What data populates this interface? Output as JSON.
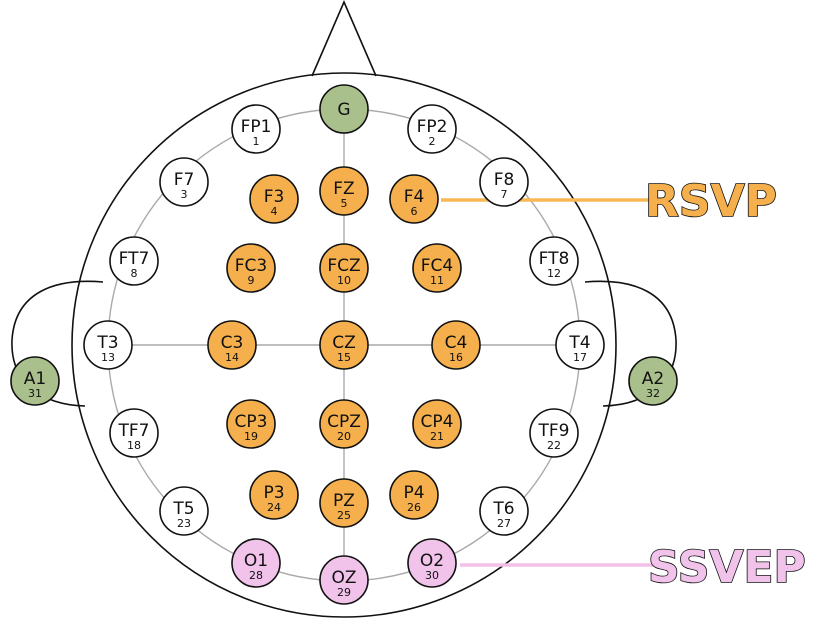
{
  "colors": {
    "outline": "#111111",
    "grid": "#aaaaaa",
    "neutral": "#ffffff",
    "reference": "#a9c08c",
    "rsvp": "#f5b04d",
    "ssvep": "#f1c3ea",
    "rsvp_line": "#f6b955",
    "ssvep_line": "#f3c0ea"
  },
  "groups": {
    "rsvp": "RSVP",
    "ssvep": "SSVEP"
  },
  "electrodes": [
    {
      "id": "G",
      "label": "G",
      "number": "",
      "group": "reference"
    },
    {
      "id": "FP1",
      "label": "FP1",
      "number": "1",
      "group": "neutral"
    },
    {
      "id": "FP2",
      "label": "FP2",
      "number": "2",
      "group": "neutral"
    },
    {
      "id": "F7",
      "label": "F7",
      "number": "3",
      "group": "neutral"
    },
    {
      "id": "F3",
      "label": "F3",
      "number": "4",
      "group": "rsvp"
    },
    {
      "id": "FZ",
      "label": "FZ",
      "number": "5",
      "group": "rsvp"
    },
    {
      "id": "F4",
      "label": "F4",
      "number": "6",
      "group": "rsvp"
    },
    {
      "id": "F8",
      "label": "F8",
      "number": "7",
      "group": "neutral"
    },
    {
      "id": "FT7",
      "label": "FT7",
      "number": "8",
      "group": "neutral"
    },
    {
      "id": "FC3",
      "label": "FC3",
      "number": "9",
      "group": "rsvp"
    },
    {
      "id": "FCZ",
      "label": "FCZ",
      "number": "10",
      "group": "rsvp"
    },
    {
      "id": "FC4",
      "label": "FC4",
      "number": "11",
      "group": "rsvp"
    },
    {
      "id": "FT8",
      "label": "FT8",
      "number": "12",
      "group": "neutral"
    },
    {
      "id": "T3",
      "label": "T3",
      "number": "13",
      "group": "neutral"
    },
    {
      "id": "C3",
      "label": "C3",
      "number": "14",
      "group": "rsvp"
    },
    {
      "id": "CZ",
      "label": "CZ",
      "number": "15",
      "group": "rsvp"
    },
    {
      "id": "C4",
      "label": "C4",
      "number": "16",
      "group": "rsvp"
    },
    {
      "id": "T4",
      "label": "T4",
      "number": "17",
      "group": "neutral"
    },
    {
      "id": "TF7",
      "label": "TF7",
      "number": "18",
      "group": "neutral"
    },
    {
      "id": "CP3",
      "label": "CP3",
      "number": "19",
      "group": "rsvp"
    },
    {
      "id": "CPZ",
      "label": "CPZ",
      "number": "20",
      "group": "rsvp"
    },
    {
      "id": "CP4",
      "label": "CP4",
      "number": "21",
      "group": "rsvp"
    },
    {
      "id": "TF9",
      "label": "TF9",
      "number": "22",
      "group": "neutral"
    },
    {
      "id": "T5",
      "label": "T5",
      "number": "23",
      "group": "neutral"
    },
    {
      "id": "P3",
      "label": "P3",
      "number": "24",
      "group": "rsvp"
    },
    {
      "id": "PZ",
      "label": "PZ",
      "number": "25",
      "group": "rsvp"
    },
    {
      "id": "P4",
      "label": "P4",
      "number": "26",
      "group": "rsvp"
    },
    {
      "id": "T6",
      "label": "T6",
      "number": "27",
      "group": "neutral"
    },
    {
      "id": "O1",
      "label": "O1",
      "number": "28",
      "group": "ssvep"
    },
    {
      "id": "OZ",
      "label": "OZ",
      "number": "29",
      "group": "ssvep"
    },
    {
      "id": "O2",
      "label": "O2",
      "number": "30",
      "group": "ssvep"
    },
    {
      "id": "A1",
      "label": "A1",
      "number": "31",
      "group": "reference"
    },
    {
      "id": "A2",
      "label": "A2",
      "number": "32",
      "group": "reference"
    }
  ]
}
